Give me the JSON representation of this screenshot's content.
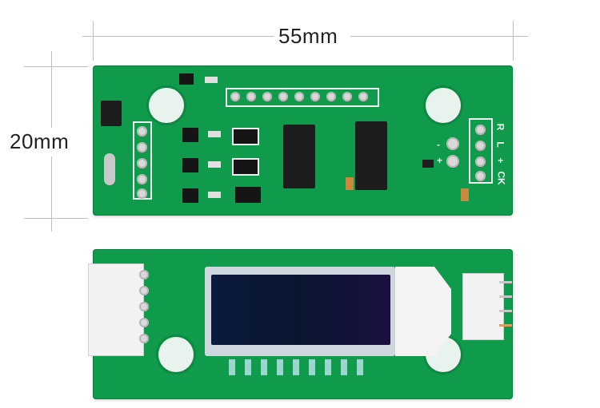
{
  "dimensions": {
    "width_label": "55mm",
    "height_label": "20mm"
  },
  "top_board": {
    "silk_labels": [
      "R",
      "L",
      "+",
      "CK",
      "-",
      "+"
    ]
  },
  "colors": {
    "pcb_green": "#0f9a4c",
    "silkscreen": "#eaf6ee",
    "chip_black": "#1d1d1d",
    "lcd_blue": "#0a1630"
  }
}
